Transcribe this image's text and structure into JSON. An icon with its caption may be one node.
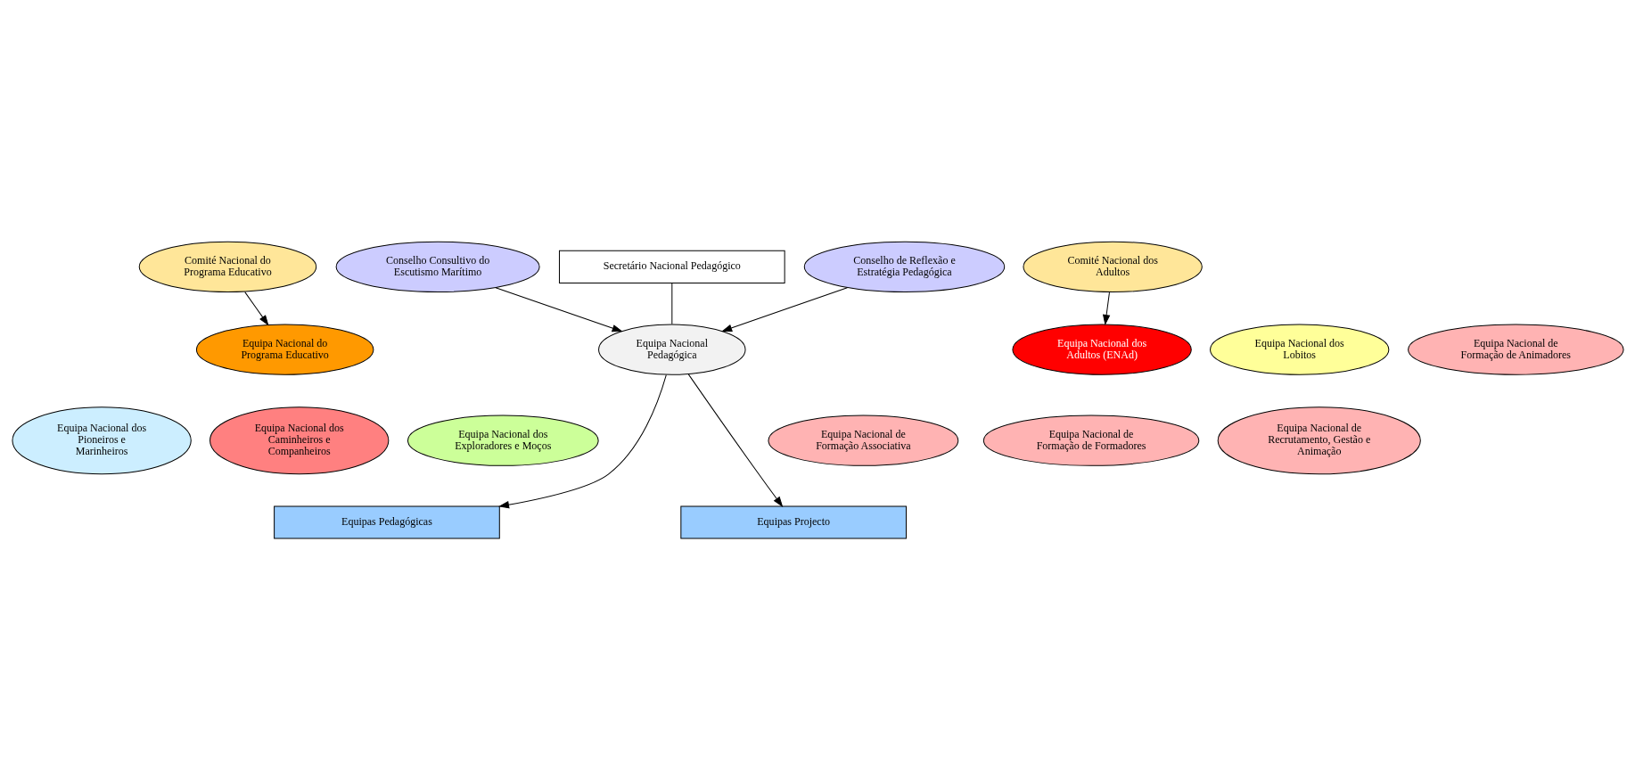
{
  "diagram": {
    "nodes": [
      {
        "text": [
          "Secretário Nacional Pedagógico"
        ]
      },
      {
        "text": [
          "Conselho de Reflexão e Estratégia Pedagógica"
        ]
      },
      {
        "text": [
          "Conselho Consultivo do Escutismo Marítimo"
        ]
      },
      {
        "text": [
          "Comité Nacional do Programa Educativo"
        ]
      },
      {
        "text": [
          "Equipa Nacional Pedagógica"
        ]
      },
      {
        "text": [
          "Comité Nacional dos Adultos"
        ]
      },
      {
        "text": [
          "Equipa Nacional dos Lobitos"
        ]
      },
      {
        "text": [
          "Equipa Nacional do Programa Educativo"
        ]
      },
      {
        "text": [
          "Equipa Nacional de Formação de Animadores"
        ]
      },
      {
        "text": [
          "Equipa Nacional dos Adultos (ENAd)"
        ]
      },
      {
        "text": [
          "Equipa Nacional dos Exploradores e Moços"
        ]
      },
      {
        "text": [
          "Equipa Nacional de Formação de Formadores"
        ]
      },
      {
        "text": [
          "Equipa Nacional dos Pioneiros e Marinheiros"
        ]
      },
      {
        "text": [
          "Equipa Nacional dos Caminheiros e Companheiros"
        ]
      },
      {
        "text": [
          "Equipa Nacional de Recrutamento, Gestão e Animação"
        ]
      },
      {
        "text": [
          "Equipa Nacional de Formação Associativa"
        ]
      },
      {
        "text": [
          "Equipas Pedagógicas"
        ]
      },
      {
        "text": [
          "Equipas Projecto"
        ]
      }
    ],
    "edges": [
      {
        "from": 0,
        "to": 4,
        "arrow": "none"
      },
      {
        "from": 1,
        "to": 4,
        "arrow": "to"
      },
      {
        "from": 2,
        "to": 4,
        "arrow": "to"
      },
      {
        "from": 3,
        "to": 7,
        "arrow": "to"
      },
      {
        "from": 5,
        "to": 9,
        "arrow": "to"
      },
      {
        "from": 4,
        "to": 16,
        "arrow": "to"
      },
      {
        "from": 4,
        "to": 17,
        "arrow": "to"
      }
    ]
  }
}
